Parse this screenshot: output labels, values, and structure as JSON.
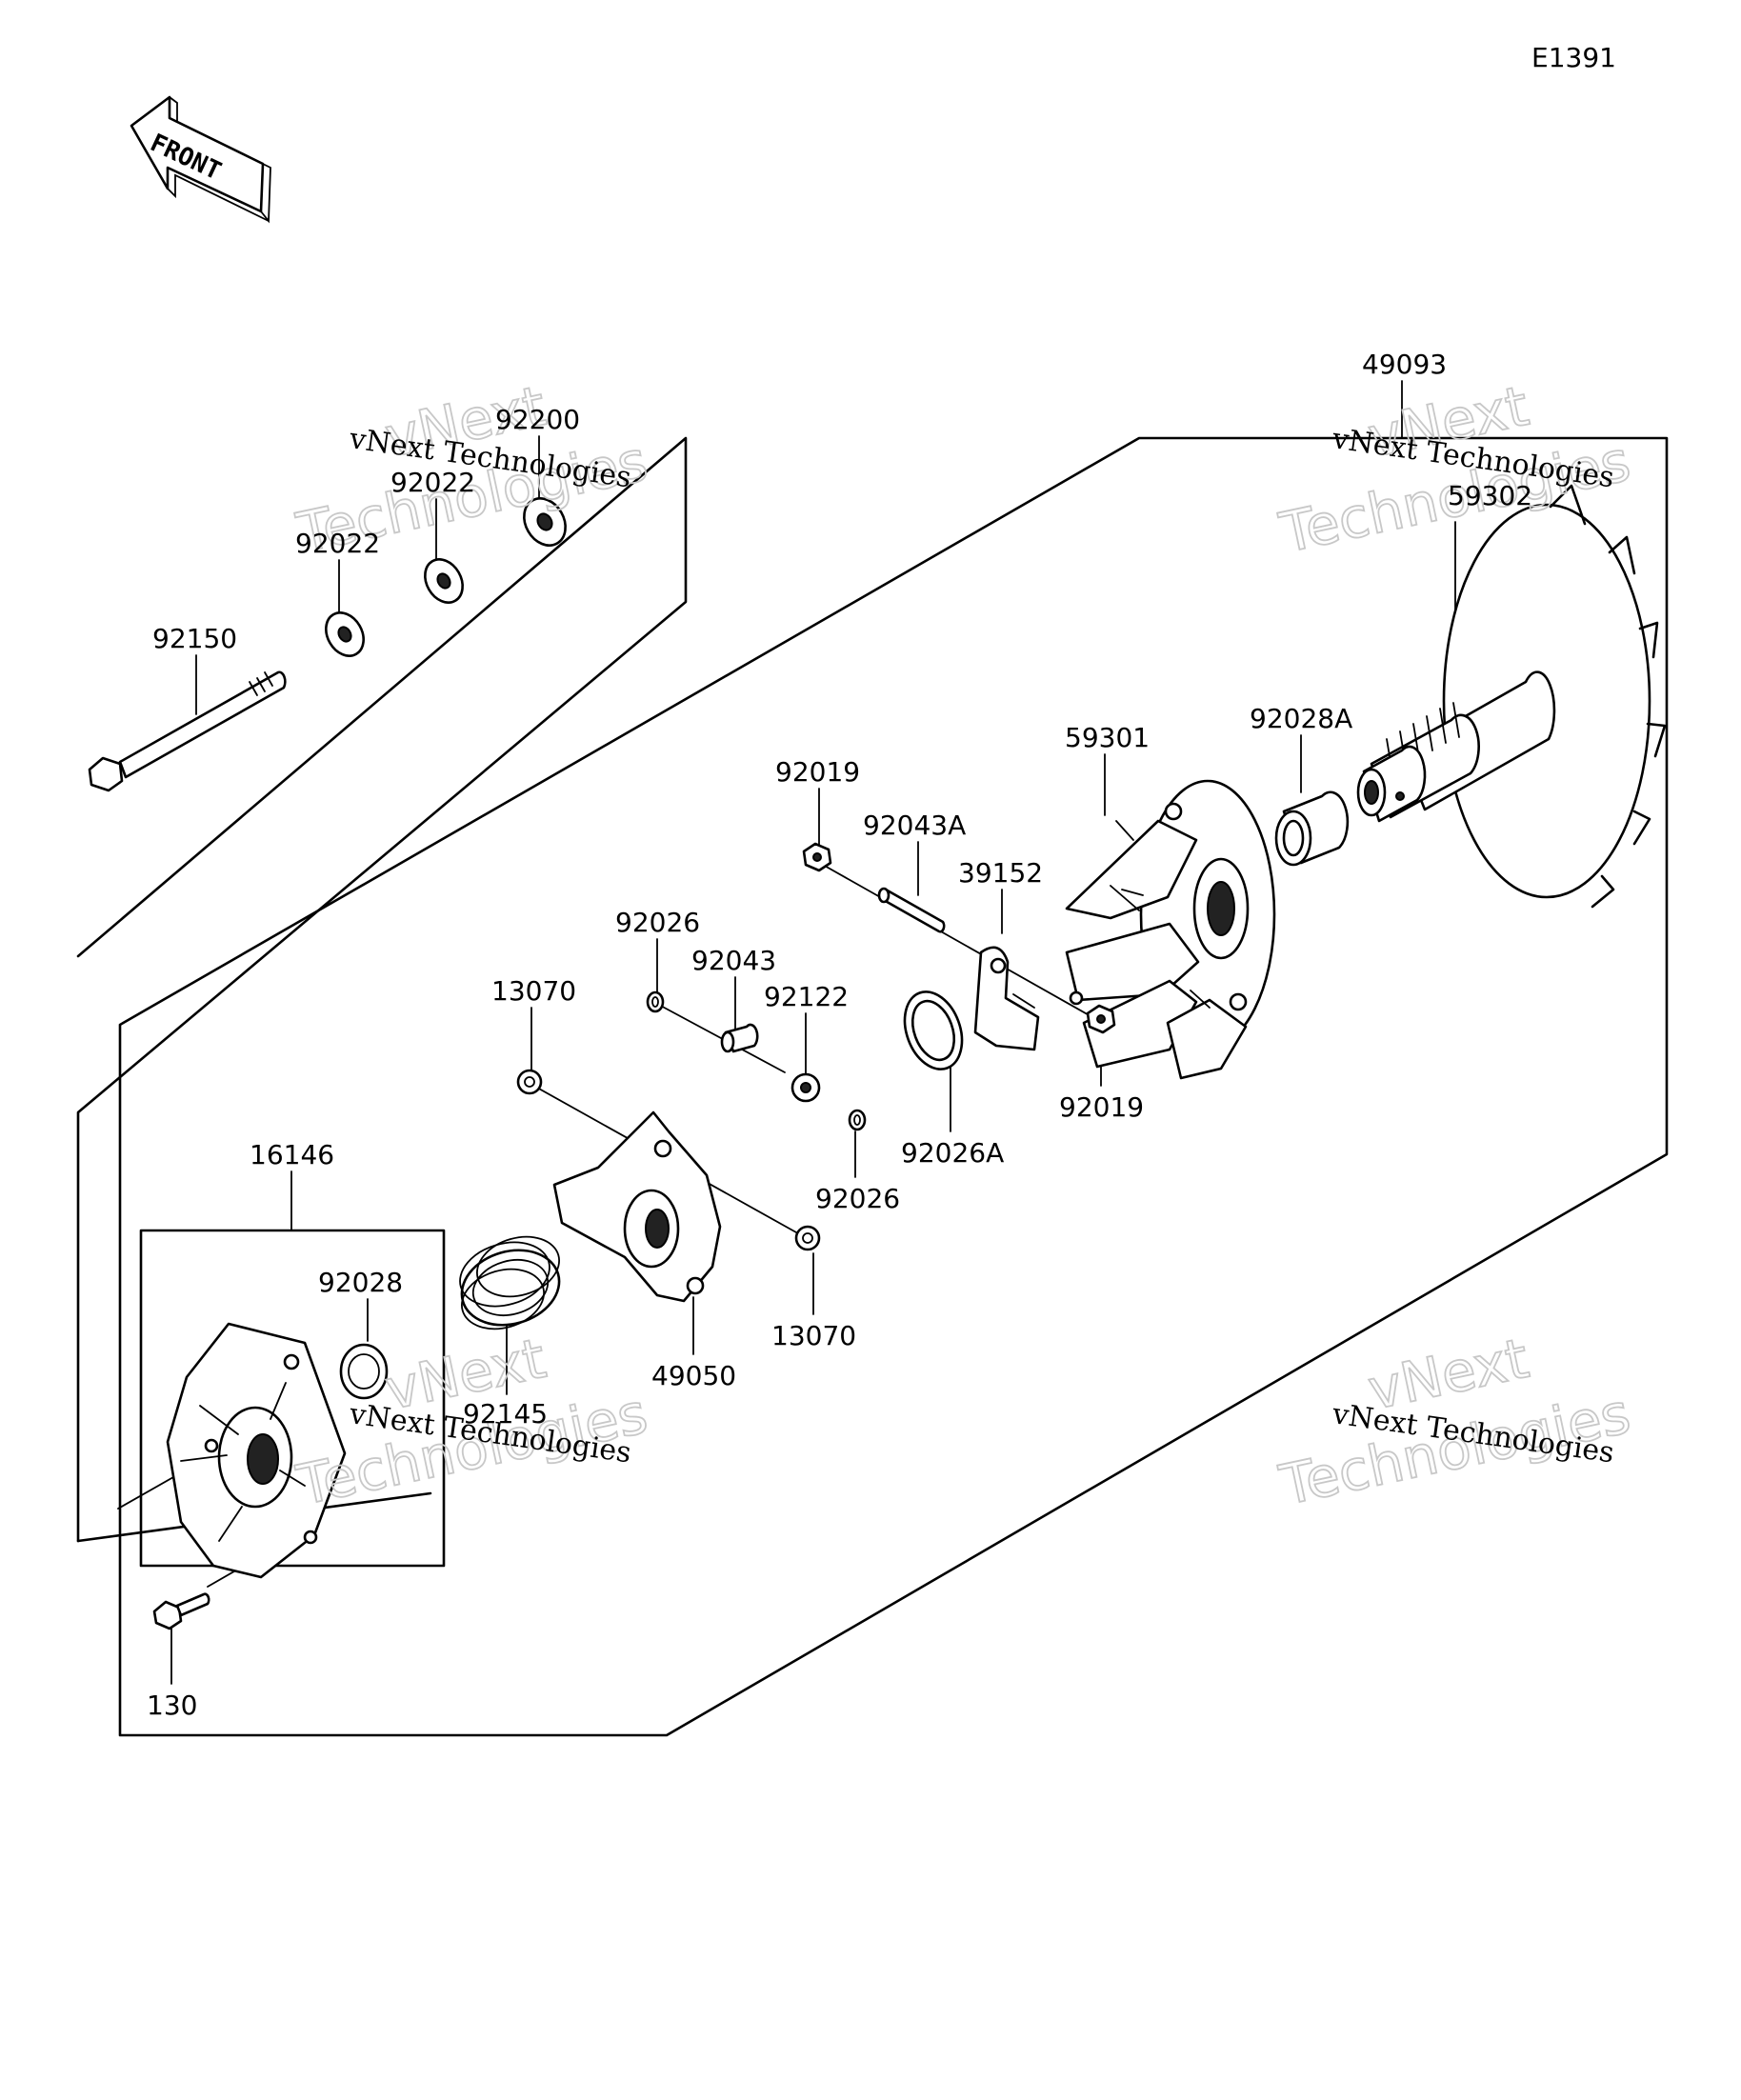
{
  "diagram_id": "E1391",
  "front_arrow_label": "FRONT",
  "watermark": {
    "line1": "vNext Technologies",
    "outline_top": "vNext",
    "outline_bottom": "Technologies"
  },
  "parts": {
    "p49093": "49093",
    "p59302": "59302",
    "p92200": "92200",
    "p92022_upper": "92022",
    "p92022_lower": "92022",
    "p92150": "92150",
    "p59301": "59301",
    "p92028A": "92028A",
    "p92019_upper": "92019",
    "p92043A": "92043A",
    "p39152": "39152",
    "p92026_upper": "92026",
    "p92043": "92043",
    "p92122": "92122",
    "p13070_upper": "13070",
    "p92019_lower": "92019",
    "p92026A": "92026A",
    "p92026_lower": "92026",
    "p16146": "16146",
    "p92028": "92028",
    "p13070_lower": "13070",
    "p49050": "49050",
    "p92145": "92145",
    "p130": "130"
  },
  "colors": {
    "line": "#000000",
    "watermark_outline": "#c8c8c8",
    "background": "#ffffff"
  }
}
